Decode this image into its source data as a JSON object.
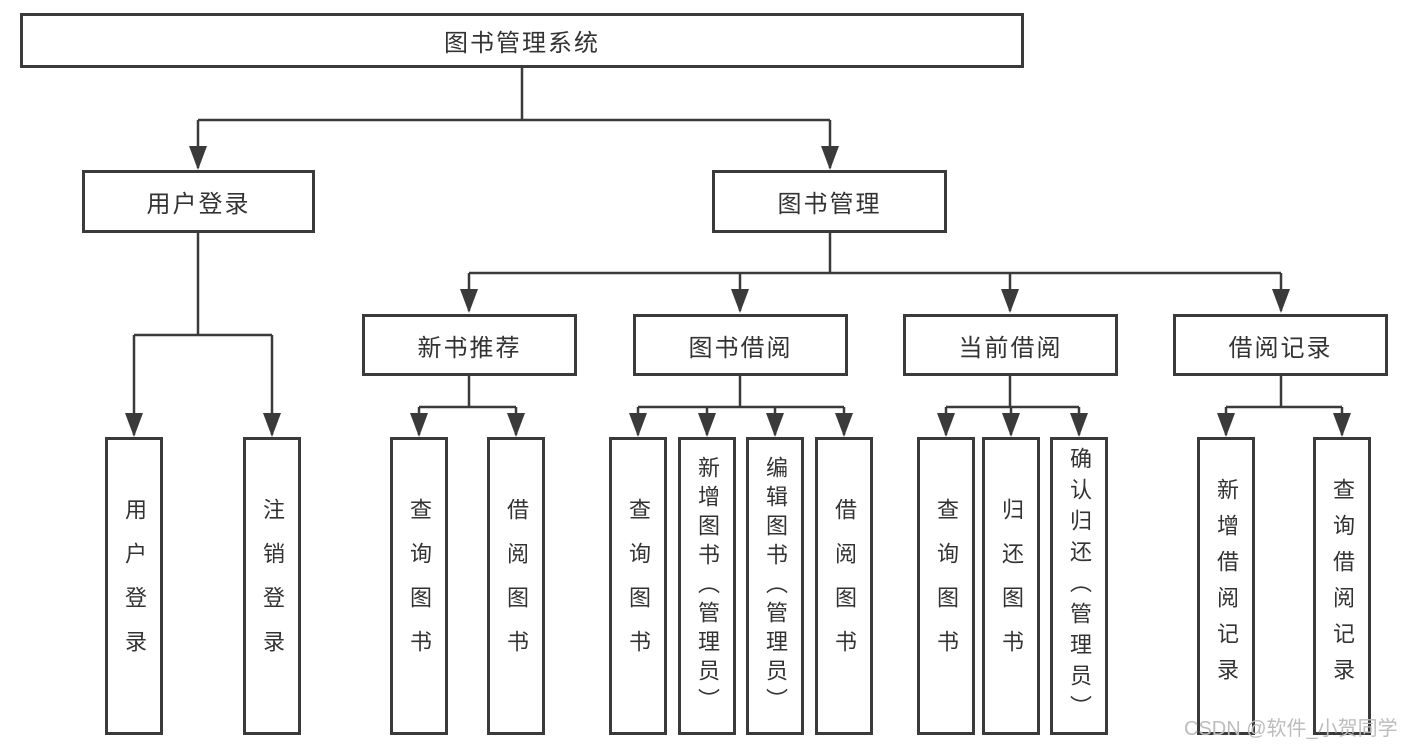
{
  "watermark": "CSDN @软件_小贺同学",
  "tree": {
    "label": "图书管理系统",
    "children": [
      {
        "label": "用户登录",
        "children": [
          {
            "label": "用户登录"
          },
          {
            "label": "注销登录"
          }
        ]
      },
      {
        "label": "图书管理",
        "children": [
          {
            "label": "新书推荐",
            "children": [
              {
                "label": "查询图书"
              },
              {
                "label": "借阅图书"
              }
            ]
          },
          {
            "label": "图书借阅",
            "children": [
              {
                "label": "查询图书"
              },
              {
                "label": "新增图书（管理员）"
              },
              {
                "label": "编辑图书（管理员）"
              },
              {
                "label": "借阅图书"
              }
            ]
          },
          {
            "label": "当前借阅",
            "children": [
              {
                "label": "查询图书"
              },
              {
                "label": "归还图书"
              },
              {
                "label": "确认归还（管理员）"
              }
            ]
          },
          {
            "label": "借阅记录",
            "children": [
              {
                "label": "新增借阅记录"
              },
              {
                "label": "查询借阅记录"
              }
            ]
          }
        ]
      }
    ]
  },
  "colors": {
    "line": "#3a3a3a",
    "border": "#3a3a3a",
    "text": "#333333",
    "watermark": "#bdbdbd",
    "background": "#ffffff"
  }
}
